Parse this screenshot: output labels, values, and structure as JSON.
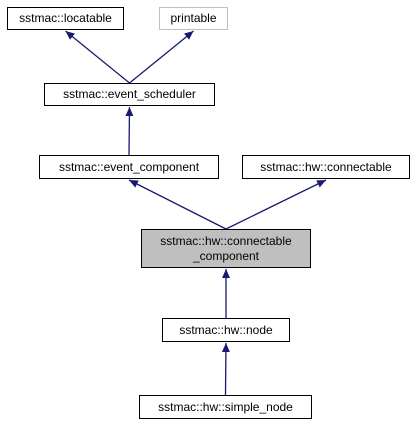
{
  "colors": {
    "edge": "#191970",
    "box_border": "#000000",
    "external_border": "#bfbfbf",
    "focus_fill": "#bfbfbf"
  },
  "nodes": {
    "locatable": {
      "label": "sstmac::locatable"
    },
    "printable": {
      "label": "printable"
    },
    "event_scheduler": {
      "label": "sstmac::event_scheduler"
    },
    "event_component": {
      "label": "sstmac::event_component"
    },
    "connectable": {
      "label": "sstmac::hw::connectable"
    },
    "connectable_component": {
      "label_line1": "sstmac::hw::connectable",
      "label_line2": "_component"
    },
    "node": {
      "label": "sstmac::hw::node"
    },
    "simple_node": {
      "label": "sstmac::hw::simple_node"
    }
  },
  "edges": [
    {
      "from": "event_scheduler",
      "to": "locatable"
    },
    {
      "from": "event_scheduler",
      "to": "printable"
    },
    {
      "from": "event_component",
      "to": "event_scheduler"
    },
    {
      "from": "connectable_component",
      "to": "event_component"
    },
    {
      "from": "connectable_component",
      "to": "connectable"
    },
    {
      "from": "node",
      "to": "connectable_component"
    },
    {
      "from": "simple_node",
      "to": "node"
    }
  ]
}
